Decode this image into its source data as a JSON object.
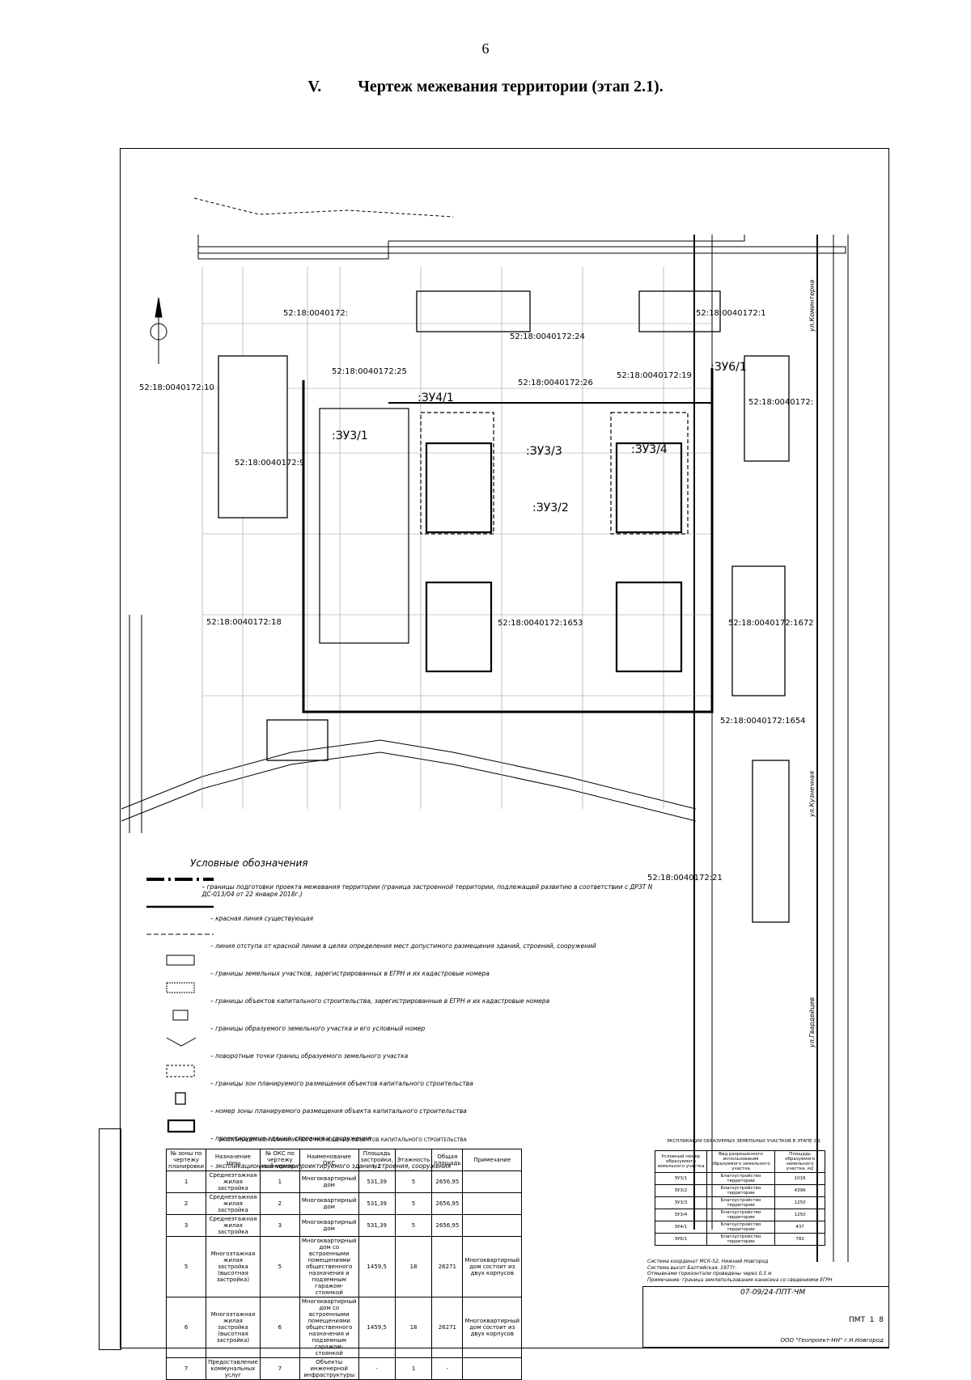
{
  "page_number": "6",
  "heading": {
    "num": "V.",
    "title": "Чертеж межевания территории (этап 2.1)."
  },
  "cadastral_labels": [
    "52:18:0040172:10",
    "52:18:0040172:",
    "52:18:0040172:24",
    "52:18:0040172:1",
    "52:18:0040172:25",
    "52:18:0040172:26",
    "52:18:0040172:19",
    "52:18:0040172:",
    "52:18:0040172:9",
    "52:18:0040172:18",
    "52:18:0040172:1653",
    "52:18:0040172:1672",
    "52:18:0040172:1654",
    "52:18:0040172:21"
  ],
  "parcel_labels": [
    ":ЗУ6/1",
    ":ЗУ4/1",
    ":ЗУ3/1",
    ":ЗУ3/3",
    ":ЗУ3/4",
    ":ЗУ3/2"
  ],
  "street_labels": [
    "ул.Коминтерна",
    "ул.Кузнечная",
    "ул.Гвардейцев"
  ],
  "legend": {
    "title": "Условные обозначения",
    "items": [
      "– границы подготовки проекта межевания территории (граница застроенной территории, подлежащей развитию в соответствии с ДРЗТ N ДС-013/04 от 22 января 2018г.)",
      "– красная линия существующая",
      "– линия отступа от красной линии в целях определения мест допустимого размещения зданий, строений, сооружений",
      "– границы земельных участков, зарегистрированных в ЕГРН и их кадастровые номера",
      "– границы объектов капитального строительства, зарегистрированные в ЕГРН и их кадастровые номера",
      "– границы образуемого земельного участка и его условный номер",
      "– поворотные точки границ образуемого земельного участка",
      "– границы зон планируемого размещения объектов капитального строительства",
      "– номер зоны планируемого размещения объекта капитального строительства",
      "– проектируемые здания, строения и сооружения",
      "– экспликационный номер проектируемого здания, строения, сооружения"
    ]
  },
  "table1": {
    "caption": "ЭКСПЛИКАЦИЯ ЗОН ПЛАНИРУЕМОГО РАЗМЕЩЕНИЯ ОБЪЕКТОВ КАПИТАЛЬНОГО СТРОИТЕЛЬСТВА",
    "headers": [
      "№ зоны по чертежу планировки",
      "Назначение зоны",
      "№ ОКС по чертежу планировки",
      "Наименование ОКС",
      "Площадь застройки, м2",
      "Этажность",
      "Общая площадь",
      "Примечание"
    ],
    "rows": [
      [
        "1",
        "Среднеэтажная жилая застройка",
        "1",
        "Многоквартирный дом",
        "531,39",
        "5",
        "2656,95",
        ""
      ],
      [
        "2",
        "Среднеэтажная жилая застройка",
        "2",
        "Многоквартирный дом",
        "531,39",
        "5",
        "2656,95",
        ""
      ],
      [
        "3",
        "Среднеэтажная жилая застройка",
        "3",
        "Многоквартирный дом",
        "531,39",
        "5",
        "2656,95",
        ""
      ],
      [
        "5",
        "Многоэтажная жилая застройка (высотная застройка)",
        "5",
        "Многоквартирный дом со встроенными помещениями общественного назначения и подземным гаражом-стоянкой",
        "1459,5",
        "18",
        "26271",
        "Многоквартирный дом состоит из двух корпусов"
      ],
      [
        "6",
        "Многоэтажная жилая застройка (высотная застройка)",
        "6",
        "Многоквартирный дом со встроенными помещениями общественного назначения и подземным гаражом-стоянкой",
        "1459,5",
        "18",
        "26271",
        "Многоквартирный дом состоит из двух корпусов"
      ],
      [
        "7",
        "Предоставление коммунальных услуг",
        "7",
        "Объекты инженерной инфраструктуры",
        "-",
        "1",
        "-",
        ""
      ]
    ]
  },
  "table2": {
    "caption": "ЭКСПЛИКАЦИЯ ОБРАЗУЕМЫХ ЗЕМЕЛЬНЫХ УЧАСТКОВ В ЭТАПЕ 2.1",
    "headers": [
      "Условный номер образуемого земельного участка",
      "Вид разрешенного использования образуемого земельного участка",
      "Площадь образуемого земельного участка, м2"
    ],
    "rows": [
      [
        "ЗУ3/1",
        "Благоустройство территории",
        "1016"
      ],
      [
        "ЗУ3/2",
        "Благоустройство территории",
        "4396"
      ],
      [
        "ЗУ3/3",
        "Благоустройство территории",
        "1250"
      ],
      [
        "ЗУ3/4",
        "Благоустройство территории",
        "1250"
      ],
      [
        "ЗУ4/1",
        "Благоустройство территории",
        "437"
      ],
      [
        "ЗУ6/1",
        "Благоустройство территории",
        "782"
      ]
    ]
  },
  "notes": [
    "Система координат МСК-52, Нижний Новгород",
    "Система высот Балтийская, 1977г.",
    "Отмывками горизонтали проведены через 0,5 м",
    "Примечание: граница землепользования нанесена со сведениями ЕГРН"
  ],
  "stamp": {
    "code": "07-09/24-ППТ-ЧМ",
    "sheet_label": "ПМТ",
    "sheet": "1",
    "sheets": "8",
    "org": "ООО \"Геопроект-НН\" г.Н.Новгород"
  }
}
